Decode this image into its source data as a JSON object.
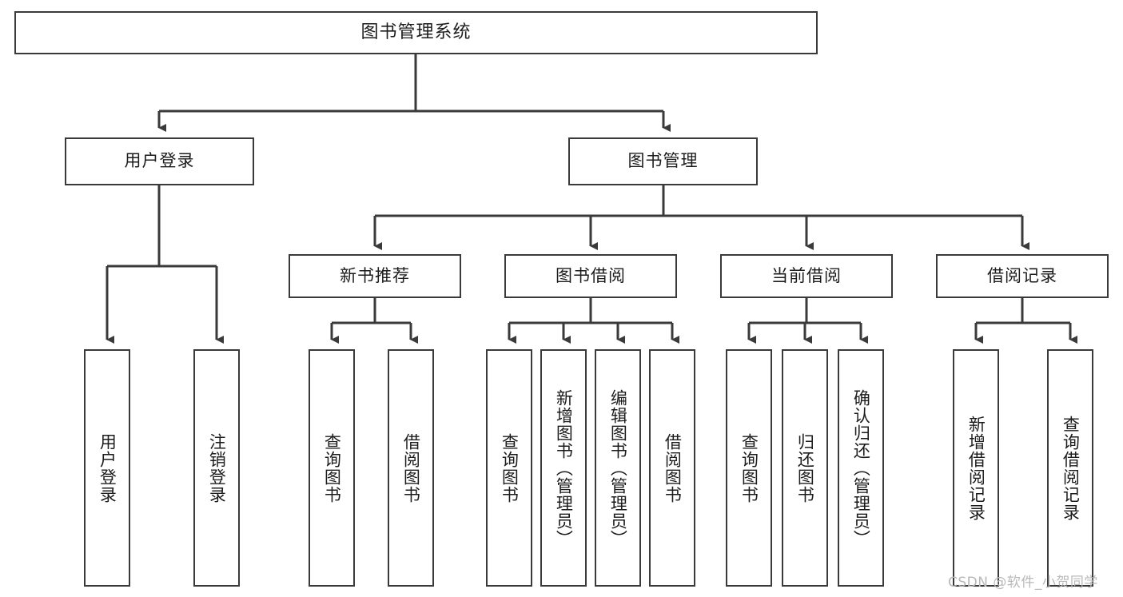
{
  "diagram": {
    "title": "图书管理系统",
    "type": "tree-hierarchy",
    "orientation": "top-down",
    "style": {
      "background": "#ffffff",
      "node_fill": "#ffffff",
      "node_border": "#3a3a3a",
      "edge_color": "#3a3a3a",
      "text_color": "#1c1c1c",
      "watermark_color": "#b9b9b9"
    },
    "root": {
      "label": "图书管理系统",
      "orientation": "horizontal"
    },
    "level1": [
      {
        "label": "用户登录",
        "orientation": "horizontal"
      },
      {
        "label": "图书管理",
        "orientation": "horizontal"
      }
    ],
    "level2": [
      {
        "label": "新书推荐",
        "orientation": "horizontal"
      },
      {
        "label": "图书借阅",
        "orientation": "horizontal"
      },
      {
        "label": "当前借阅",
        "orientation": "horizontal"
      },
      {
        "label": "借阅记录",
        "orientation": "horizontal"
      }
    ],
    "leaves": {
      "user_login": [
        {
          "label": "用户登录",
          "orientation": "vertical"
        },
        {
          "label": "注销登录",
          "orientation": "vertical"
        }
      ],
      "new_book_recommend": [
        {
          "label": "查询图书",
          "orientation": "vertical"
        },
        {
          "label": "借阅图书",
          "orientation": "vertical"
        }
      ],
      "book_borrow": [
        {
          "label": "查询图书",
          "orientation": "vertical"
        },
        {
          "label": "新增图书（管理员）",
          "orientation": "vertical"
        },
        {
          "label": "编辑图书（管理员）",
          "orientation": "vertical"
        },
        {
          "label": "借阅图书",
          "orientation": "vertical"
        }
      ],
      "current_borrow": [
        {
          "label": "查询图书",
          "orientation": "vertical"
        },
        {
          "label": "归还图书",
          "orientation": "vertical"
        },
        {
          "label": "确认归还（管理员）",
          "orientation": "vertical"
        }
      ],
      "borrow_record": [
        {
          "label": "新增借阅记录",
          "orientation": "vertical"
        },
        {
          "label": "查询借阅记录",
          "orientation": "vertical"
        }
      ]
    }
  },
  "watermark": {
    "text": "CSDN @软件_小贺同学"
  }
}
